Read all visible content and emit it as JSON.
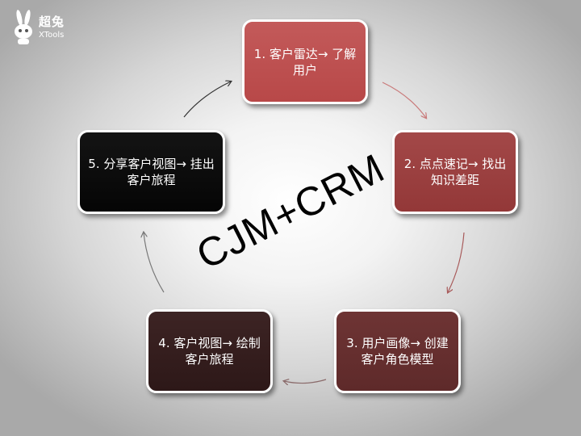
{
  "logo": {
    "name": "超兔",
    "subtitle": "XTools"
  },
  "center_title": "CJM+CRM",
  "steps": [
    {
      "text": "1. 客户雷达→ 了解用户",
      "color": "#b84848"
    },
    {
      "text": "2. 点点速记→ 找出知识差距",
      "color": "#933838"
    },
    {
      "text": "3. 用户画像→ 创建客户角色模型",
      "color": "#5e2a2a"
    },
    {
      "text": "4. 客户视图→ 绘制客户旅程",
      "color": "#2d1818"
    },
    {
      "text": "5. 分享客户视图→ 挂出客户旅程",
      "color": "#050505"
    }
  ],
  "arrow_colors": [
    "#c97a7a",
    "#a85a5a",
    "#8a6a6a",
    "#777777",
    "#333333"
  ]
}
